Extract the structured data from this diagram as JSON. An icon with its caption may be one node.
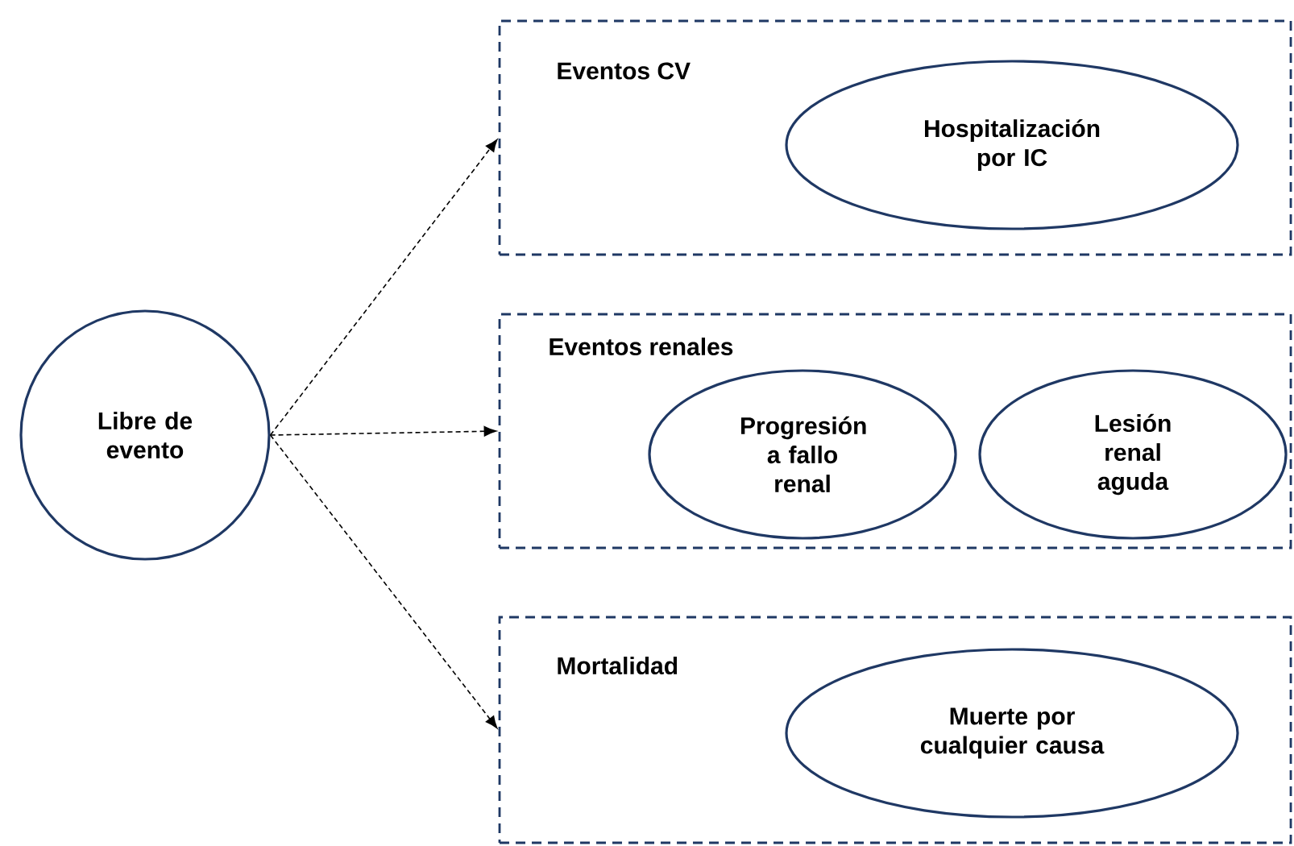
{
  "diagram": {
    "nodes": [
      {
        "text": [
          "Libre de evento"
        ]
      },
      {
        "text": [
          "Eventos CV"
        ]
      },
      {
        "text": [
          "Hospitalización por IC"
        ],
        "in": 1
      },
      {
        "text": [
          "Eventos renales"
        ]
      },
      {
        "text": [
          "Progresión a fallo renal"
        ],
        "in": 3
      },
      {
        "text": [
          "Lesión renal aguda"
        ],
        "in": 3
      },
      {
        "text": [
          "Mortalidad"
        ]
      },
      {
        "text": [
          "Muerte por cualquier causa"
        ],
        "in": 6
      }
    ],
    "edges": [
      {
        "from": 0,
        "to": 1,
        "arrow": "to",
        "style": "dashed"
      },
      {
        "from": 0,
        "to": 3,
        "arrow": "to",
        "style": "dashed"
      },
      {
        "from": 0,
        "to": 6,
        "arrow": "to",
        "style": "dashed"
      }
    ]
  }
}
